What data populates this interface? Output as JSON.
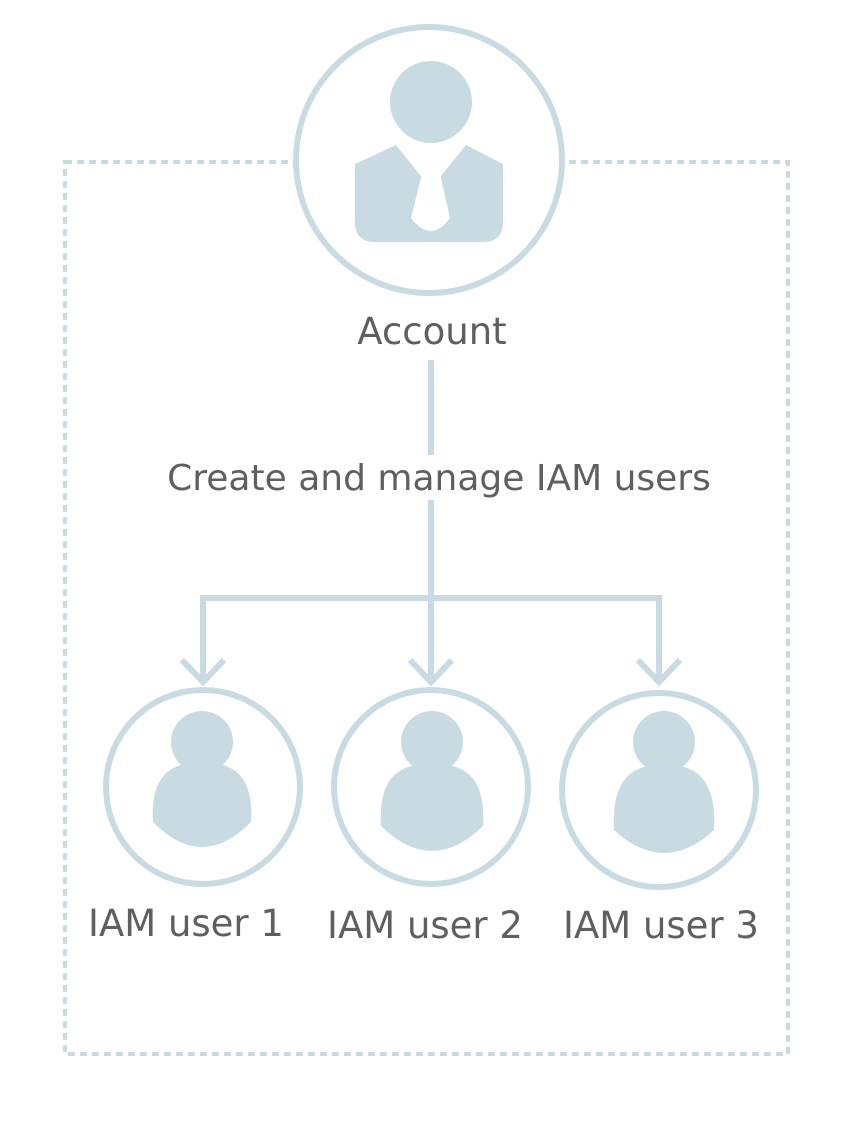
{
  "account": {
    "label": "Account",
    "icon": "business-person-icon"
  },
  "connector": {
    "label": "Create and manage IAM users"
  },
  "users": [
    {
      "label": "IAM user 1",
      "icon": "user-icon"
    },
    {
      "label": "IAM user 2",
      "icon": "user-icon"
    },
    {
      "label": "IAM user 3",
      "icon": "user-icon"
    }
  ],
  "colors": {
    "line": "#c8dbe3",
    "icon_fill": "#c8dbe3",
    "text": "#5f5f5f",
    "background": "#ffffff"
  }
}
